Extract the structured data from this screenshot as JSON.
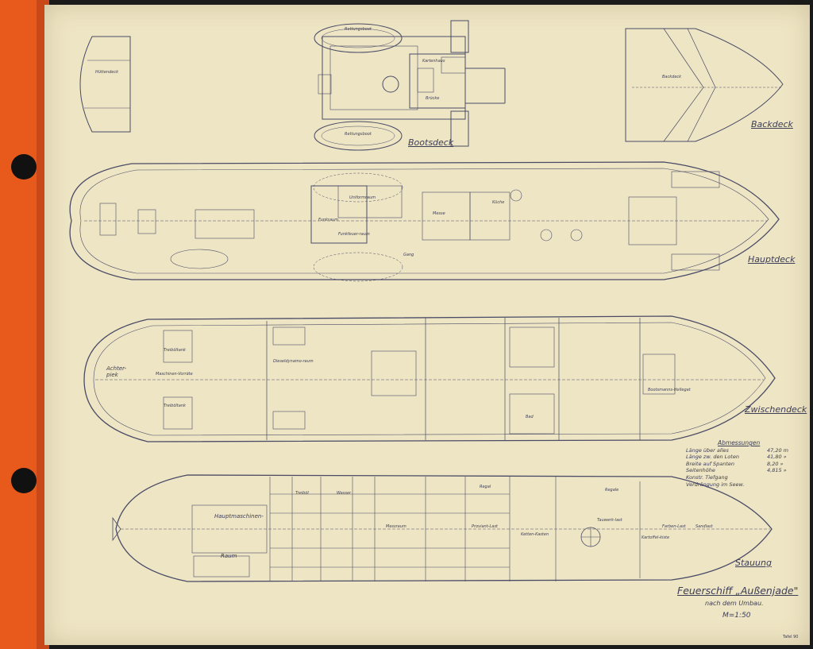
{
  "drawing": {
    "title": "Feuerschiff „Außenjade\"",
    "subtitle": "nach dem Umbau.",
    "scale": "M=1:50",
    "sheet_number": "Tafel 90"
  },
  "decks": {
    "bootsdeck": "Bootsdeck",
    "backdeck": "Backdeck",
    "hauptdeck": "Hauptdeck",
    "zwischendeck": "Zwischendeck",
    "stauung": "Stauung"
  },
  "rooms": {
    "huettendeck": "Hüttendeck",
    "rettungsboot_top": "Rettungsboot",
    "rettungsboot_bottom": "Rettungsboot",
    "kartenhaus": "Kartenhaus",
    "bruecke": "Brücke",
    "backdeck_room": "Backdeck",
    "uniformraum": "Uniformraum",
    "funkraum": "Funkraum",
    "funkfeuerraum": "Funkfeuer-raum",
    "gang": "Gang",
    "messe": "Messe",
    "kueche": "Küche",
    "achter_piek": "Achter-piek",
    "maschinen_vorraete": "Maschinen-Vorräte",
    "treiboeltank_1": "Treiböltank",
    "treiboeltank_2": "Treiböltank",
    "dieseldynamoraum": "Dieseldynamo-raum",
    "bad": "Bad",
    "bootsmanns_last": "Bootsmanns-Hellegat",
    "hauptmaschinen": "Hauptmaschinen-",
    "raum": "Raum",
    "mess_raum": "Messraum",
    "proviant_last": "Proviant-Last",
    "ketten_kasten": "Ketten-Kasten",
    "tauwerk_last": "Tauwerk-last",
    "farben_last": "Farben-Last",
    "sandlast": "Sandlast",
    "regale": "Regale",
    "regal": "Regal",
    "kartoffel_kiste": "Kartoffel-kiste",
    "wasser": "Wasser",
    "treiboel": "Treiböl"
  },
  "dimensions": {
    "heading": "Abmessungen",
    "rows": [
      {
        "label": "Länge über alles",
        "value": "47,20 m"
      },
      {
        "label": "Länge zw. den Loten",
        "value": "41,80 »"
      },
      {
        "label": "Breite auf Spanten",
        "value": "8,20 »"
      },
      {
        "label": "Seitenhöhe",
        "value": "4,815 »"
      },
      {
        "label": "Konstr. Tiefgang",
        "value": ""
      },
      {
        "label": "Verdrängung im Seew.",
        "value": ""
      }
    ]
  },
  "colors": {
    "ink": "#3c3d57",
    "paper": "#eee5c4",
    "binder": "#e85a1c"
  }
}
